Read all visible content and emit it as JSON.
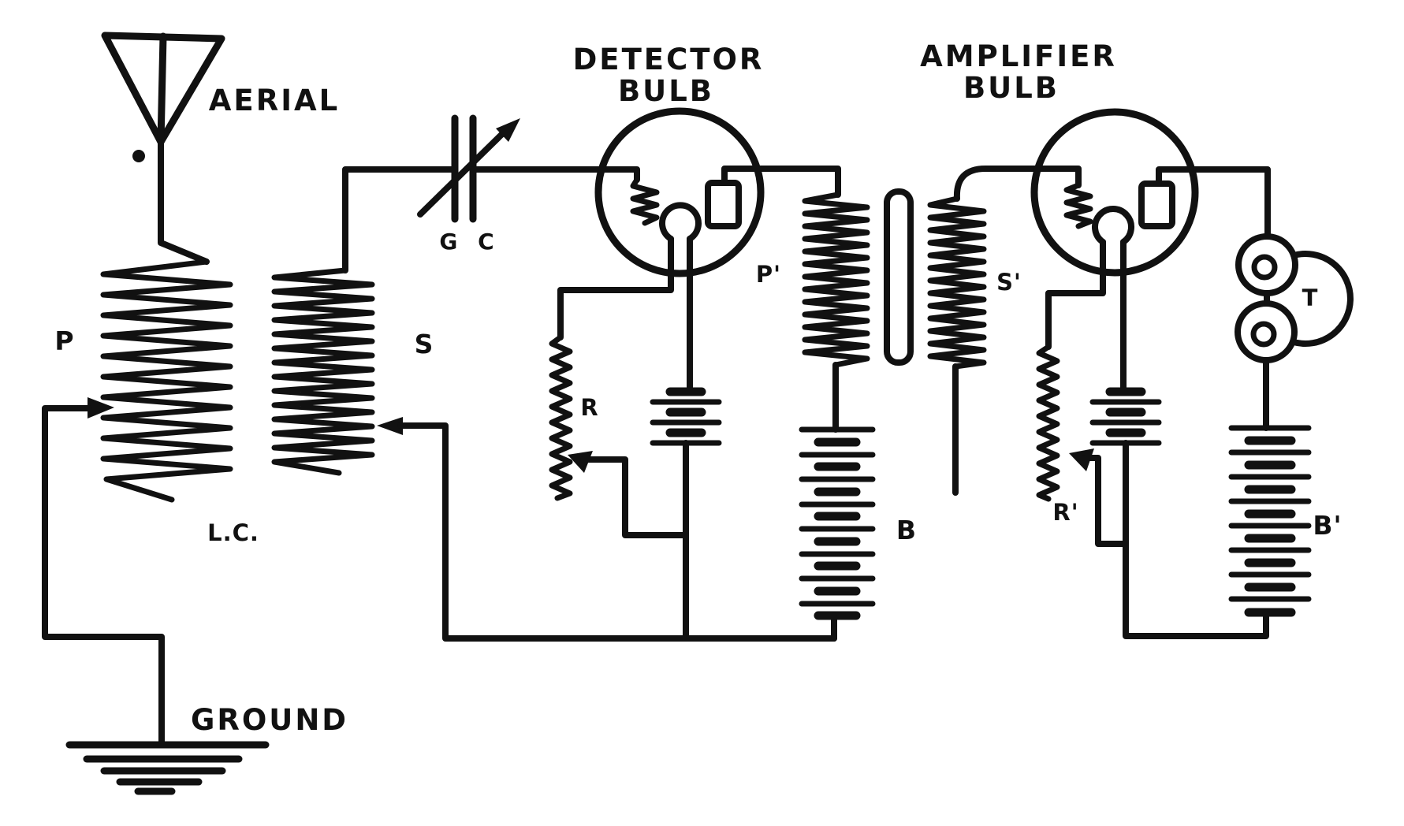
{
  "figure": {
    "kind": "schematic-circuit-diagram",
    "subject": "Vintage two-stage radio receiver: loose coupler, detector bulb and amplifier bulb with telephone receivers",
    "ink_color": "#111111",
    "paper_color": "#ffffff",
    "labels": {
      "aerial": "AERIAL",
      "ground": "GROUND",
      "detector_title_line1": "DETECTOR",
      "detector_title_line2": "BULB",
      "amplifier_title_line1": "AMPLIFIER",
      "amplifier_title_line2": "BULB",
      "primary_coil": "P",
      "secondary_coil": "S",
      "loose_coupler": "L.C.",
      "grid_condenser": "G C",
      "detector_rheostat": "R",
      "transformer_primary": "P'",
      "detector_plate_battery": "B",
      "transformer_secondary": "S'",
      "amplifier_rheostat": "R'",
      "amplifier_plate_battery": "B'",
      "telephone_receivers": "T"
    }
  }
}
